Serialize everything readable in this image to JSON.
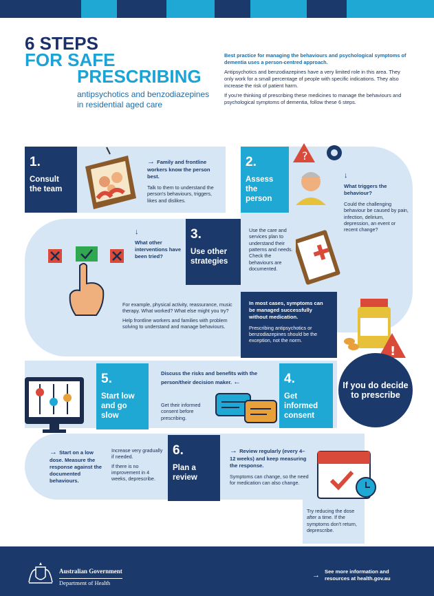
{
  "title": {
    "line1": "6 STEPS",
    "line2": "FOR SAFE",
    "line3": "PRESCRIBING",
    "subtitle": "antipsychotics and benzodiazepines in residential aged care"
  },
  "intro": {
    "lead": "Best practice for managing the behaviours and psychological symptoms of dementia uses a person-centred approach.",
    "p1": "Antipsychotics and benzodiazepines have a very limited role in this area. They only work for a small percentage of people with specific indications. They also increase the risk of patient harm.",
    "p2": "If you're thinking of prescribing these medicines to manage the behaviours and psychological symptoms of dementia, follow these 6 steps."
  },
  "steps": [
    {
      "num": "1.",
      "label": "Consult the team",
      "head": "Family and frontline workers know the person best.",
      "body": "Talk to them to understand the person's behaviours, triggers, likes and dislikes."
    },
    {
      "num": "2.",
      "label": "Assess the person",
      "head": "What triggers the behaviour?",
      "body": "Could the challenging behaviour be caused by pain, infection, delirium, depression, an event or recent change?",
      "side": "Use the care and services plan to understand their patterns and needs. Check the behaviours are documented."
    },
    {
      "num": "3.",
      "label": "Use other strategies",
      "head": "What other interventions have been tried?",
      "body": "For example, physical activity, reassurance, music therapy. What worked? What else might you try?",
      "body2": "Help frontline workers and families with problem solving to understand and manage behaviours.",
      "side_head": "In most cases, symptoms can be managed successfully without medication.",
      "side_body": "Prescribing antipsychotics or benzodiazepines should be the exception, not the norm."
    },
    {
      "num": "4.",
      "label": "Get informed consent",
      "head": "Discuss the risks and benefits with the person/their decision maker.",
      "body": "Get their informed consent before prescribing."
    },
    {
      "num": "5.",
      "label": "Start low and go slow",
      "head": "Start on a low dose. Measure the response against the documented behaviours.",
      "body": "Increase very gradually if needed.",
      "body2": "If there is no improvement in 4 weeks, deprescribe."
    },
    {
      "num": "6.",
      "label": "Plan a review",
      "head": "Review regularly (every 4–12 weeks) and keep measuring the response.",
      "body": "Symptoms can change, so the need for medication can also change.",
      "body2": "Try reducing the dose after a time. If the symptoms don't return, deprescribe."
    }
  ],
  "decide": "If you do decide to prescribe",
  "footer": {
    "gov": "Australian Government",
    "dept": "Department of Health",
    "more": "See more information and resources at health.gov.au"
  },
  "colors": {
    "navy": "#1b3a6b",
    "cyan": "#1fa8d4",
    "pale": "#d7e6f5"
  }
}
